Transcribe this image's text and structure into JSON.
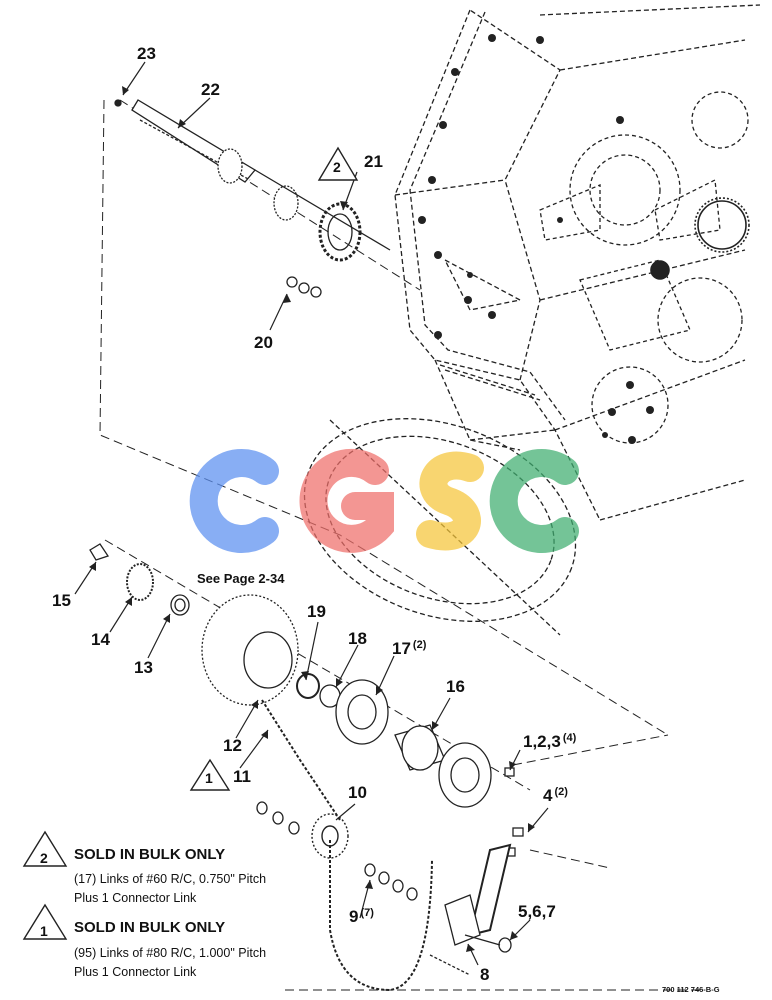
{
  "callouts": {
    "c1": "1,2,3",
    "c1_qty": "(4)",
    "c4": "4",
    "c4_qty": "(2)",
    "c567": "5,6,7",
    "c8": "8",
    "c9": "9",
    "c9_qty": "(7)",
    "c10": "10",
    "c11": "11",
    "c12": "12",
    "c13": "13",
    "c14": "14",
    "c15": "15",
    "c16": "16",
    "c17": "17",
    "c17_qty": "(2)",
    "c18": "18",
    "c19": "19",
    "c20": "20",
    "c21": "21",
    "c22": "22",
    "c23": "23"
  },
  "triangle_markers": {
    "t1": "1",
    "t2": "2"
  },
  "see_page": "See Page 2-34",
  "notes": [
    {
      "marker": "2",
      "heading": "SOLD IN BULK ONLY",
      "line1": "(17) Links of #60 R/C, 0.750\" Pitch",
      "line2": "Plus 1 Connector Link"
    },
    {
      "marker": "1",
      "heading": "SOLD IN BULK ONLY",
      "line1": "(95) Links of #80 R/C, 1.000\" Pitch",
      "line2": "Plus 1 Connector Link"
    }
  ],
  "watermark": {
    "letters": [
      "C",
      "G",
      "S",
      "C"
    ],
    "colors": [
      "#5b8ff0",
      "#ef6f6a",
      "#f6c63a",
      "#3fae70"
    ]
  },
  "doc_number": "700 112 746-B-G"
}
